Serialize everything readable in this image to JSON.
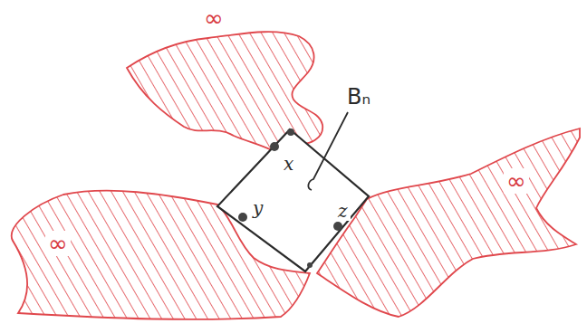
{
  "diagram": {
    "labels": [
      "∞",
      "∞",
      "∞",
      "Bₙ",
      "x",
      "y",
      "z"
    ]
  }
}
